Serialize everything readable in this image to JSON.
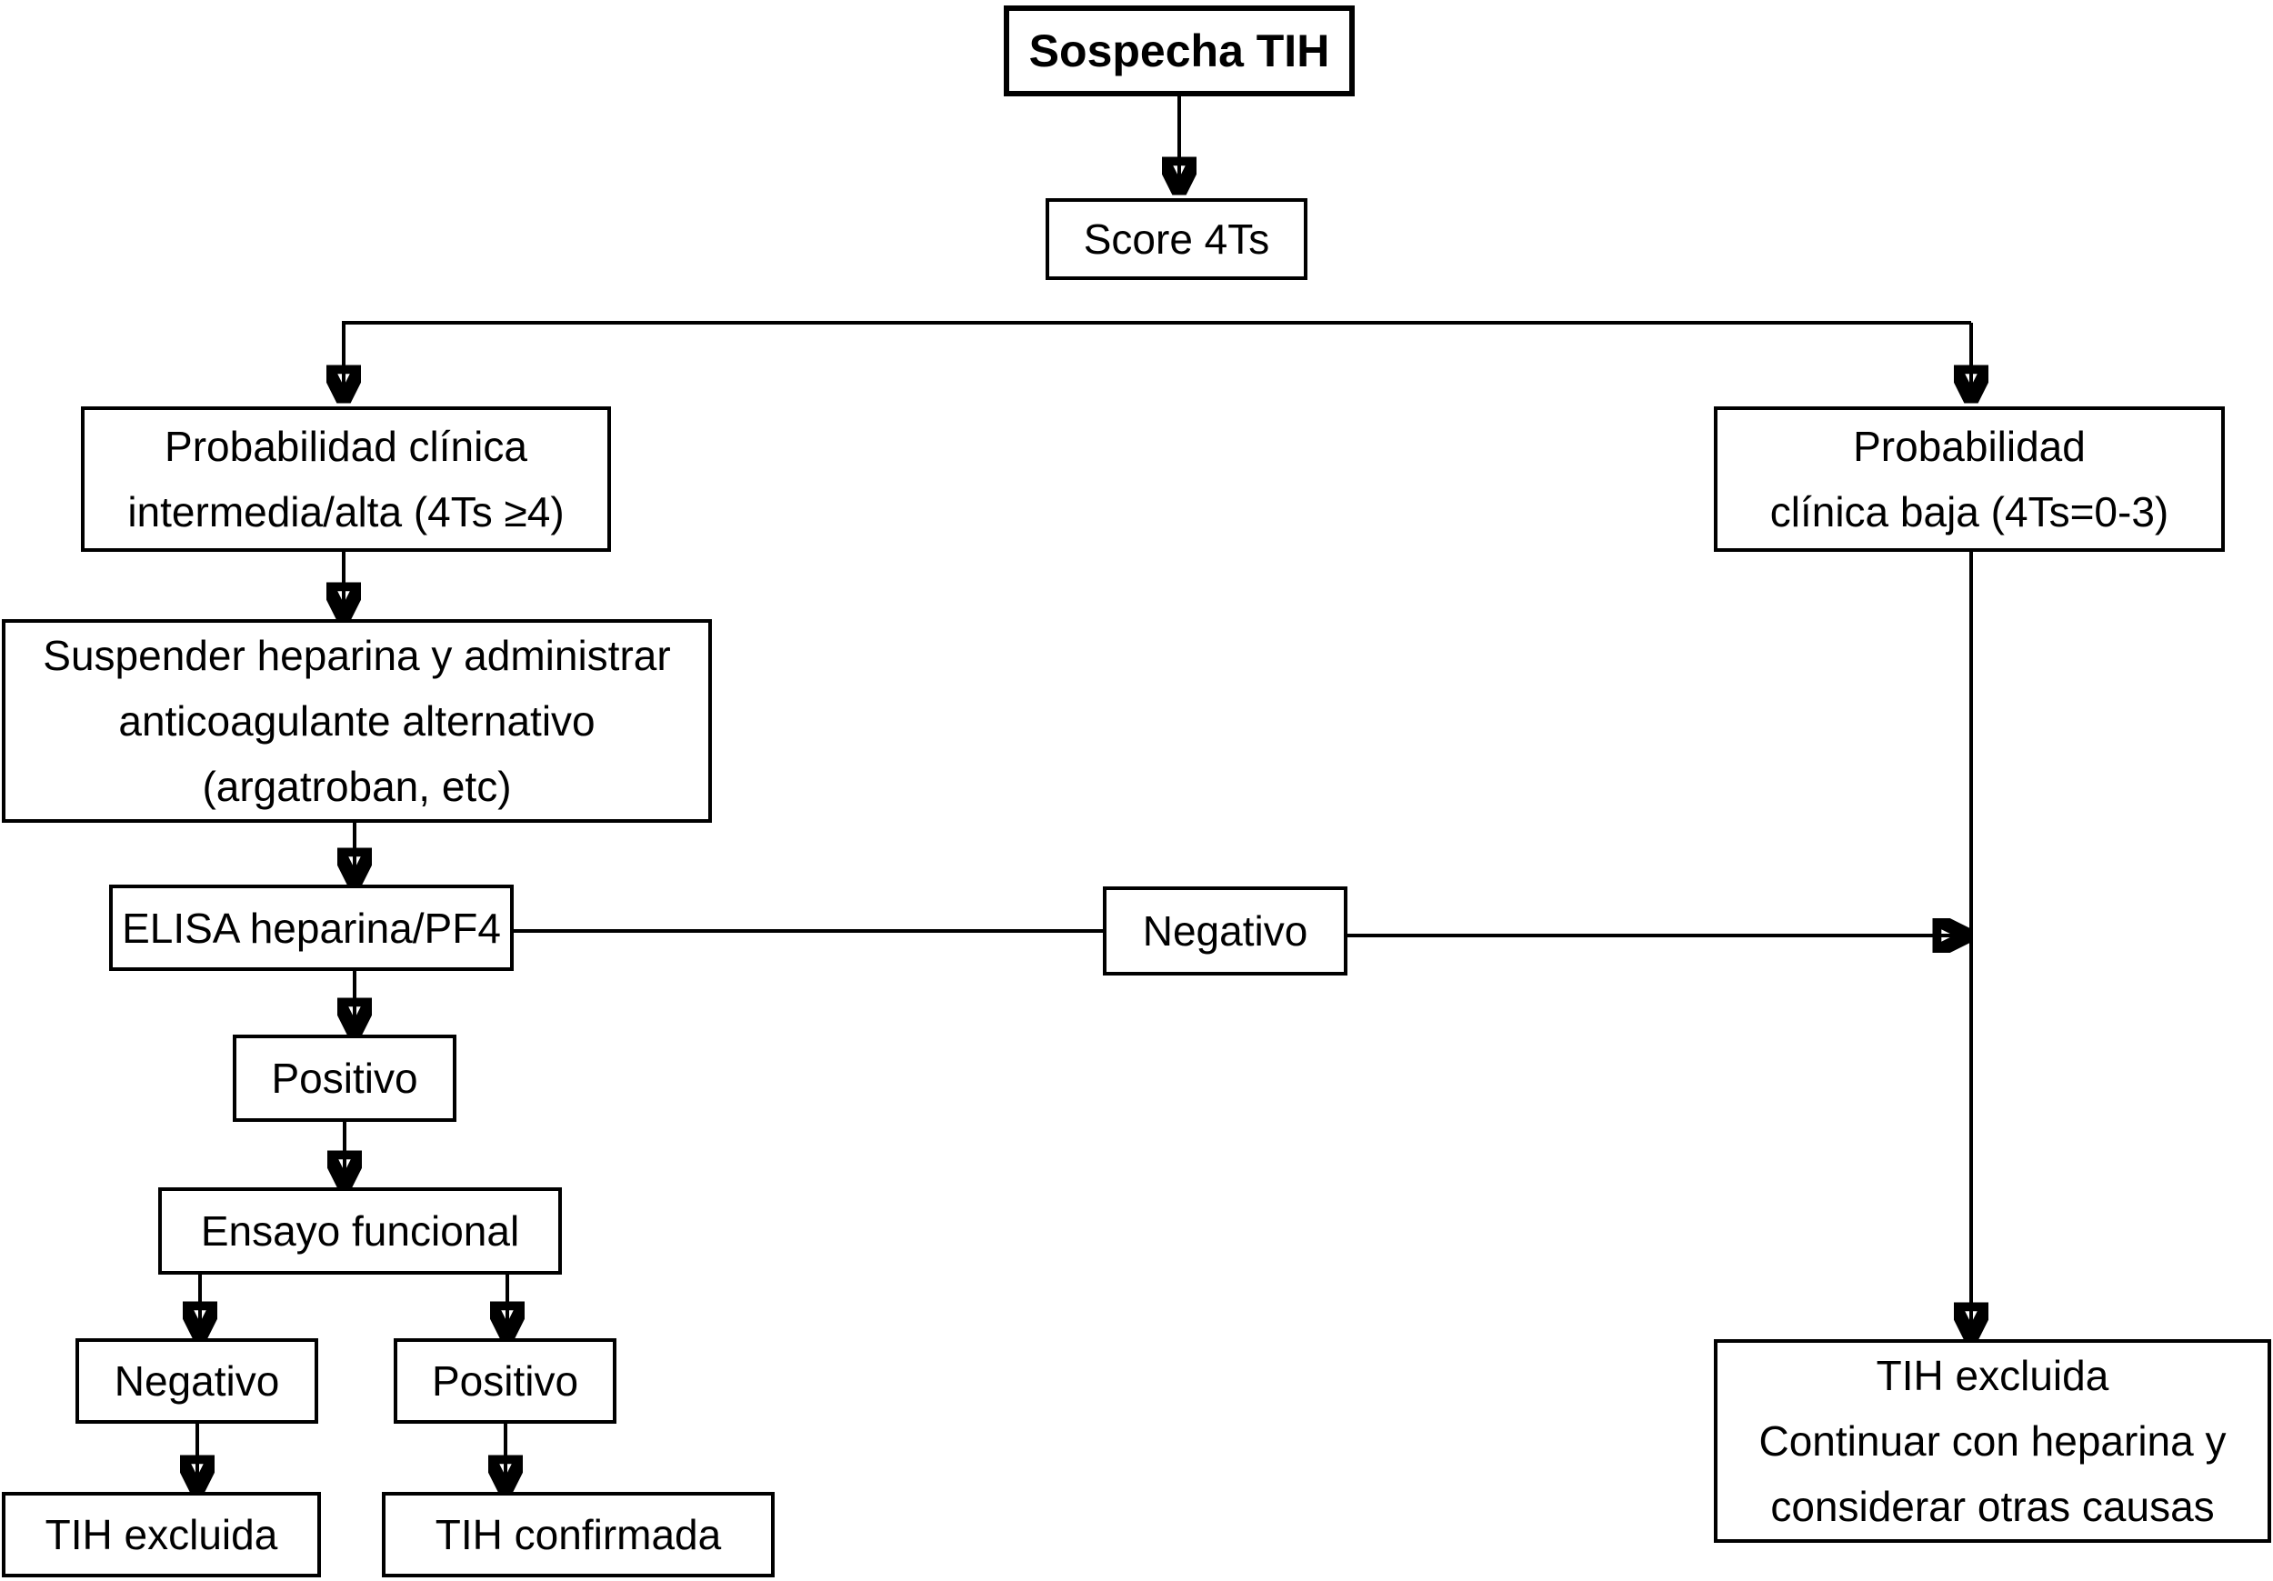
{
  "diagram": {
    "type": "flowchart",
    "language": "es",
    "colors": {
      "background": "#ffffff",
      "line": "#000000",
      "box_border": "#000000",
      "box_fill": "#ffffff",
      "text": "#000000"
    },
    "nodes": {
      "sospecha": {
        "label": "Sospecha TIH"
      },
      "score": {
        "label": "Score 4Ts"
      },
      "prob_intermedia_alta": {
        "label": "Probabilidad clínica\nintermedia/alta (4Ts ≥4)"
      },
      "prob_baja": {
        "label": "Probabilidad\nclínica baja (4Ts=0-3)"
      },
      "suspender": {
        "label": "Suspender heparina y administrar\nanticoagulante alternativo\n(argatroban, etc)"
      },
      "elisa": {
        "label": "ELISA heparina/PF4"
      },
      "negativo_elisa": {
        "label": "Negativo"
      },
      "positivo_elisa": {
        "label": "Positivo"
      },
      "ensayo_funcional": {
        "label": "Ensayo funcional"
      },
      "negativo_funcional": {
        "label": "Negativo"
      },
      "positivo_funcional": {
        "label": "Positivo"
      },
      "tih_excluida": {
        "label": "TIH excluida"
      },
      "tih_confirmada": {
        "label": "TIH confirmada"
      },
      "tih_excluida_baja": {
        "label": "TIH excluida\nContinuar con heparina y\nconsiderar otras causas"
      }
    },
    "edges": [
      {
        "from": "sospecha",
        "to": "score"
      },
      {
        "from": "score",
        "to": "prob_intermedia_alta"
      },
      {
        "from": "score",
        "to": "prob_baja"
      },
      {
        "from": "prob_intermedia_alta",
        "to": "suspender"
      },
      {
        "from": "suspender",
        "to": "elisa"
      },
      {
        "from": "elisa",
        "to": "negativo_elisa"
      },
      {
        "from": "negativo_elisa",
        "to": "tih_excluida_baja"
      },
      {
        "from": "elisa",
        "to": "positivo_elisa"
      },
      {
        "from": "positivo_elisa",
        "to": "ensayo_funcional"
      },
      {
        "from": "ensayo_funcional",
        "to": "negativo_funcional"
      },
      {
        "from": "ensayo_funcional",
        "to": "positivo_funcional"
      },
      {
        "from": "negativo_funcional",
        "to": "tih_excluida"
      },
      {
        "from": "positivo_funcional",
        "to": "tih_confirmada"
      },
      {
        "from": "prob_baja",
        "to": "tih_excluida_baja"
      }
    ]
  }
}
